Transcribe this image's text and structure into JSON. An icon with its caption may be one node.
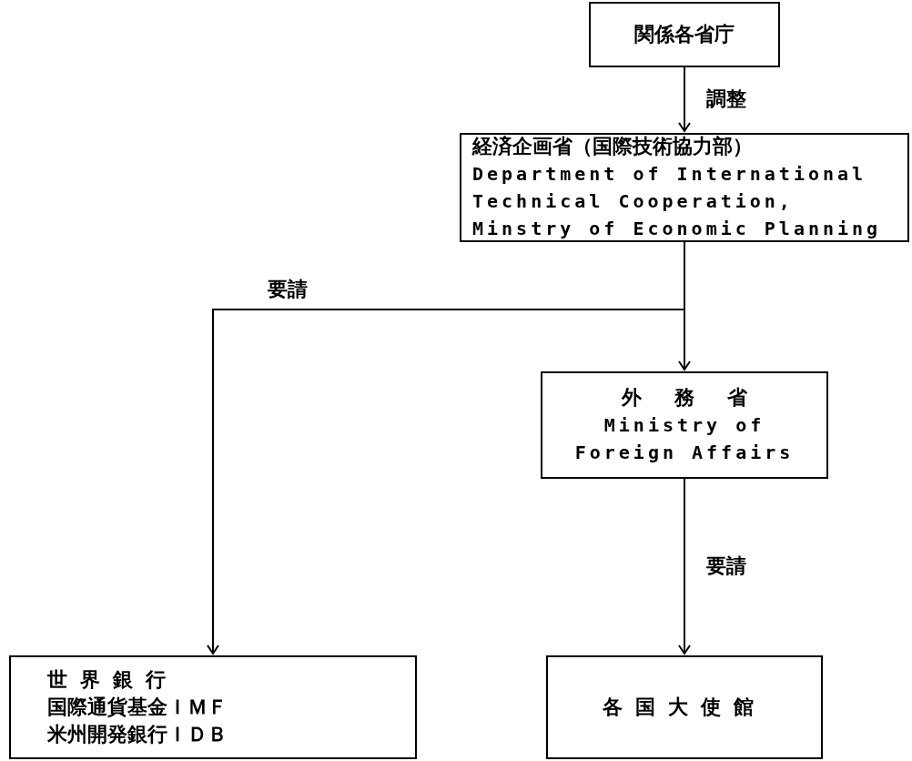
{
  "diagram": {
    "nodes": [
      {
        "text": [
          "関係各省庁"
        ]
      },
      {
        "text": [
          "経済企画省（国際技術協力部）",
          "Department of International Technical Cooperation, Minstry of Economic Planning"
        ]
      },
      {
        "text": [
          "外務省",
          "Ministry of Foreign Affairs"
        ]
      },
      {
        "text": [
          "世界銀行",
          "国際通貨基金ＩＭＦ",
          "米州開発銀行ＩＤＢ"
        ]
      },
      {
        "text": [
          "各国大使館"
        ]
      }
    ],
    "edges": [
      {
        "from": 0,
        "to": 1,
        "arrow": "to",
        "label": "調整"
      },
      {
        "from": 1,
        "to": 3,
        "arrow": "to",
        "label": "要請"
      },
      {
        "from": 1,
        "to": 2,
        "arrow": "to"
      },
      {
        "from": 2,
        "to": 4,
        "arrow": "to",
        "label": "要請"
      }
    ]
  }
}
